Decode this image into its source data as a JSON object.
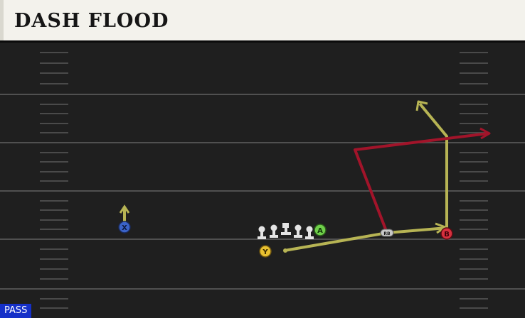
{
  "play": {
    "title": "DASH FLOOD",
    "type_label": "PASS"
  },
  "players": {
    "x": {
      "label": "X",
      "color": "#3a63c8"
    },
    "a": {
      "label": "A",
      "color": "#6fcf4a"
    },
    "y": {
      "label": "Y",
      "color": "#e8c030"
    },
    "b": {
      "label": "B",
      "color": "#d6303e"
    },
    "rb": {
      "label": "RB",
      "color": "#c8c8c8"
    }
  },
  "colors": {
    "route_yellow": "#b7b454",
    "route_red": "#a2142a",
    "field": "#1f1f1f",
    "field_line": "#555555",
    "hash": "#4a4a4a"
  }
}
